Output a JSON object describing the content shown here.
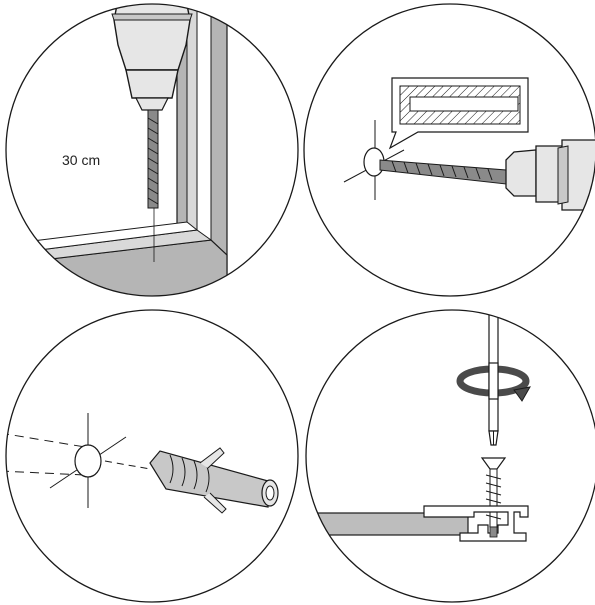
{
  "steps": [
    {
      "name": "mark-drill-position",
      "distance_label": "30 cm"
    },
    {
      "name": "drill-hole"
    },
    {
      "name": "insert-wall-plug"
    },
    {
      "name": "screw-bracket"
    }
  ],
  "colors": {
    "stroke": "#1a1a1a",
    "drill_body": "#e6e6e6",
    "drill_shade": "#c8c8c8",
    "frame_grey": "#b5b5b5",
    "frame_light": "#d9d9d9",
    "rail_grey": "#bdbdbd",
    "arrow_dark": "#4a4a4a"
  },
  "icons": [
    "drill-icon",
    "drill-bit-icon",
    "wall-plug-icon",
    "screwdriver-icon",
    "rotation-arrow-icon",
    "screw-icon",
    "bracket-icon"
  ]
}
